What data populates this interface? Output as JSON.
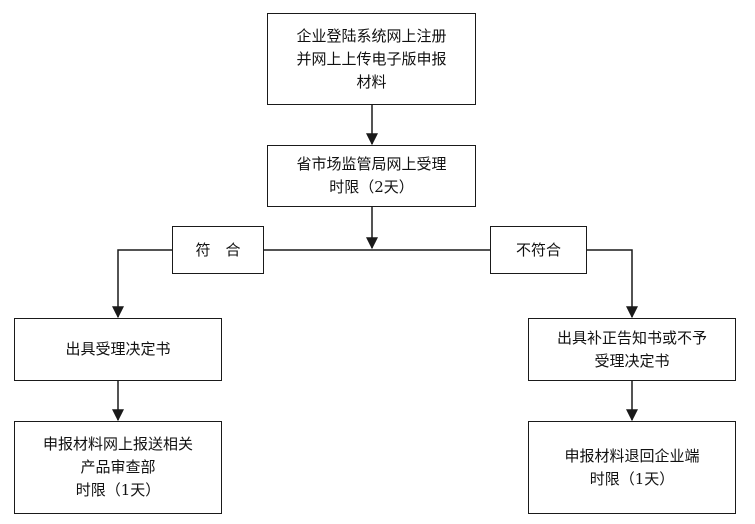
{
  "nodes": {
    "submit": {
      "lines": [
        "企业登陆系统网上注册",
        "并网上上传电子版申报",
        "材料"
      ]
    },
    "accept": {
      "lines": [
        "省市场监管局网上受理",
        "时限（2天）"
      ]
    },
    "pass": {
      "lines": [
        "符　合"
      ]
    },
    "fail": {
      "lines": [
        "不符合"
      ]
    },
    "decision": {
      "lines": [
        "出具受理决定书"
      ]
    },
    "notice": {
      "lines": [
        "出具补正告知书或不予",
        "受理决定书"
      ]
    },
    "forward": {
      "lines": [
        "申报材料网上报送相关",
        "产品审查部",
        "时限（1天）"
      ]
    },
    "return": {
      "lines": [
        "申报材料退回企业端",
        "时限（1天）"
      ]
    }
  }
}
